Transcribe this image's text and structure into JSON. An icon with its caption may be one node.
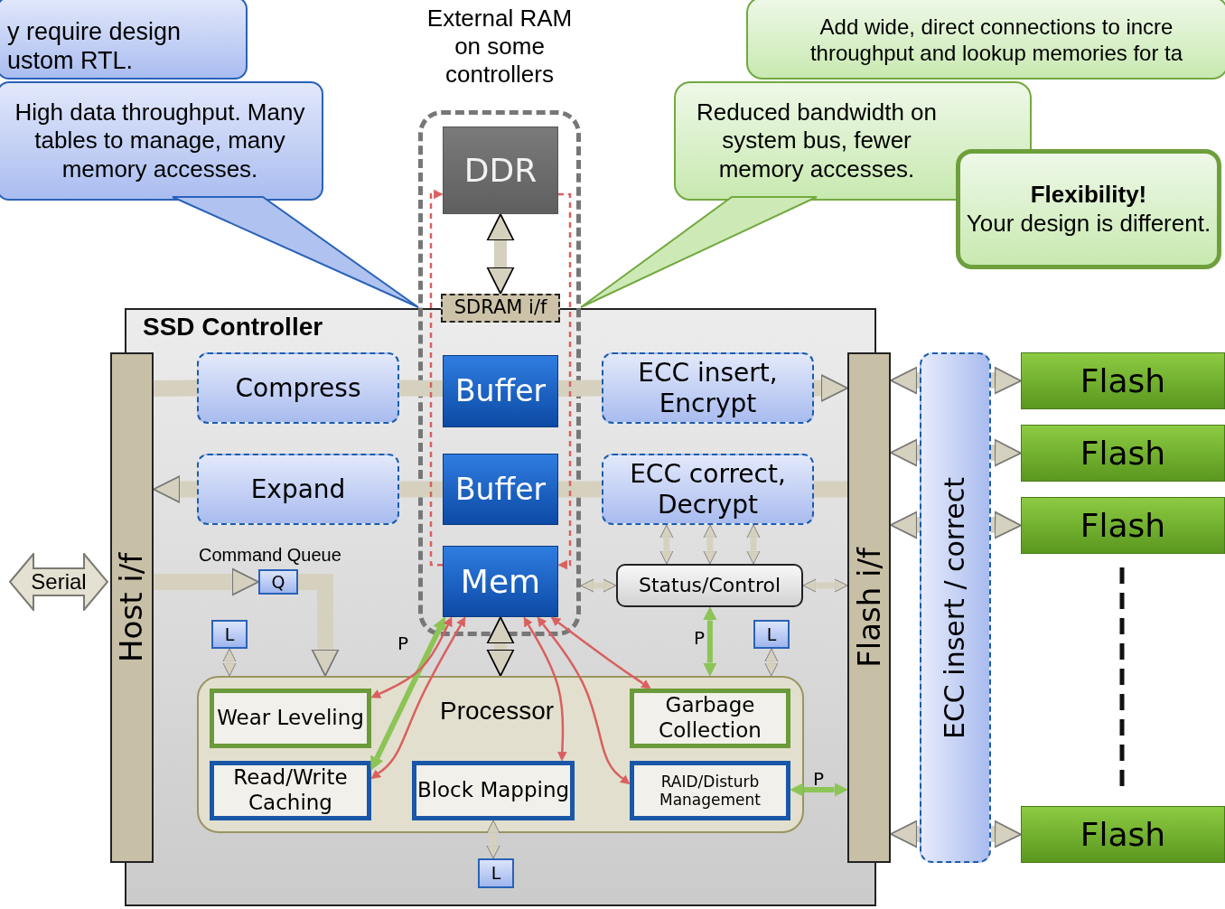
{
  "diagram": {
    "nodes": [
      {
        "text": [
          "y require design ustom RTL."
        ]
      },
      {
        "text": [
          "High data throughput. Many tables to manage, many memory accesses."
        ]
      },
      {
        "text": [
          "External RAM on some controllers"
        ]
      },
      {
        "text": [
          "DDR"
        ],
        "in": 2
      },
      {
        "text": [
          "SDRAM i/f"
        ],
        "in": 2
      },
      {
        "text": [
          "Add wide, direct connections to incre throughput and lookup memories for ta"
        ]
      },
      {
        "text": [
          "Reduced bandwidth on system bus, fewer memory accesses."
        ]
      },
      {
        "text": [
          "Flexibility!",
          "Your design is different."
        ]
      },
      {
        "text": [
          "SSD Controller"
        ]
      },
      {
        "text": [
          "Host i/f"
        ]
      },
      {
        "text": [
          "Compress"
        ],
        "in": 8
      },
      {
        "text": [
          "Buffer"
        ]
      },
      {
        "text": [
          "Buffer"
        ]
      },
      {
        "text": [
          "Mem"
        ]
      },
      {
        "text": [
          "Expand"
        ],
        "in": 8
      },
      {
        "text": [
          "ECC insert, Encrypt"
        ],
        "in": 8
      },
      {
        "text": [
          "ECC correct, Decrypt"
        ],
        "in": 8
      },
      {
        "text": [
          "Status/Control"
        ],
        "in": 8
      },
      {
        "text": [
          "Serial"
        ]
      },
      {
        "text": [
          "Q"
        ],
        "in": 8,
        "beside": [
          "Command Queue"
        ]
      },
      {
        "text": [
          "L"
        ],
        "in": 8
      },
      {
        "text": [
          "L"
        ],
        "in": 8
      },
      {
        "text": [
          "Processor"
        ],
        "in": 8
      },
      {
        "text": [
          "Wear Leveling"
        ],
        "in": 22
      },
      {
        "text": [
          "Garbage Collection"
        ],
        "in": 22
      },
      {
        "text": [
          "Read/Write Caching"
        ],
        "in": 22
      },
      {
        "text": [
          "Block Mapping"
        ],
        "in": 22
      },
      {
        "text": [
          "RAID/Disturb Management"
        ],
        "in": 22
      },
      {
        "text": [
          "L"
        ],
        "in": 8
      },
      {
        "text": [
          "Flash i/f"
        ]
      },
      {
        "text": [
          "ECC insert / correct"
        ]
      },
      {
        "text": [
          "Flash"
        ]
      },
      {
        "text": [
          "Flash"
        ]
      },
      {
        "text": [
          "Flash"
        ]
      },
      {
        "text": [
          "Flash"
        ]
      },
      {
        "text": [],
        "shape": "triangle"
      },
      {
        "text": [],
        "shape": "triangle"
      }
    ],
    "edges": [
      {
        "from": 3,
        "to": 4,
        "arrow": "both"
      },
      {
        "from": 9,
        "to": 10,
        "arrow": "none"
      },
      {
        "from": 10,
        "to": 11,
        "arrow": "none"
      },
      {
        "from": 11,
        "to": 15,
        "arrow": "none"
      },
      {
        "from": 15,
        "to": 29,
        "arrow": "to"
      },
      {
        "from": 29,
        "to": 16,
        "arrow": "none"
      },
      {
        "from": 16,
        "to": 12,
        "arrow": "none"
      },
      {
        "from": 12,
        "to": 14,
        "arrow": "none"
      },
      {
        "from": 14,
        "to": 9,
        "arrow": "to"
      },
      {
        "from": 9,
        "to": 19,
        "arrow": "to"
      },
      {
        "from": 19,
        "to": 22,
        "arrow": "to"
      },
      {
        "from": 20,
        "to": 22,
        "arrow": "both"
      },
      {
        "from": 21,
        "to": 22,
        "arrow": "both"
      },
      {
        "from": 26,
        "to": 28,
        "arrow": "both"
      },
      {
        "from": 16,
        "to": 17,
        "arrow": "both"
      },
      {
        "from": 16,
        "to": 17,
        "arrow": "both"
      },
      {
        "from": 16,
        "to": 17,
        "arrow": "both"
      },
      {
        "from": 2,
        "to": 17,
        "arrow": "both"
      },
      {
        "from": 17,
        "to": 29,
        "arrow": "both"
      },
      {
        "from": 17,
        "to": 22,
        "arrow": "both",
        "label": "P",
        "color": "#8cc456"
      },
      {
        "from": 13,
        "to": 25,
        "arrow": "both",
        "label": "P",
        "color": "#8cc456"
      },
      {
        "from": 27,
        "to": 29,
        "arrow": "both",
        "label": "P",
        "color": "#8cc456"
      },
      {
        "from": 13,
        "to": 22,
        "arrow": "both"
      },
      {
        "from": 13,
        "to": 3,
        "arrow": "to",
        "style": "dashed",
        "color": "#d9605f"
      },
      {
        "from": 3,
        "to": 13,
        "arrow": "to",
        "style": "dashed",
        "color": "#d9605f"
      },
      {
        "from": 13,
        "to": 23,
        "arrow": "both",
        "color": "#d9605f"
      },
      {
        "from": 13,
        "to": 25,
        "arrow": "both",
        "color": "#d9605f"
      },
      {
        "from": 13,
        "to": 26,
        "arrow": "both",
        "color": "#d9605f"
      },
      {
        "from": 13,
        "to": 24,
        "arrow": "both",
        "color": "#d9605f"
      },
      {
        "from": 13,
        "to": 27,
        "arrow": "both",
        "color": "#d9605f"
      },
      {
        "from": 30,
        "to": 29,
        "arrow": "to"
      },
      {
        "from": 30,
        "to": 29,
        "arrow": "to"
      },
      {
        "from": 30,
        "to": 29,
        "arrow": "to"
      },
      {
        "from": 30,
        "to": 29,
        "arrow": "to"
      },
      {
        "from": 30,
        "to": 31,
        "arrow": "to"
      },
      {
        "from": 30,
        "to": 32,
        "arrow": "to"
      },
      {
        "from": 30,
        "to": 33,
        "arrow": "to"
      },
      {
        "from": 30,
        "to": 34,
        "arrow": "to"
      }
    ]
  }
}
